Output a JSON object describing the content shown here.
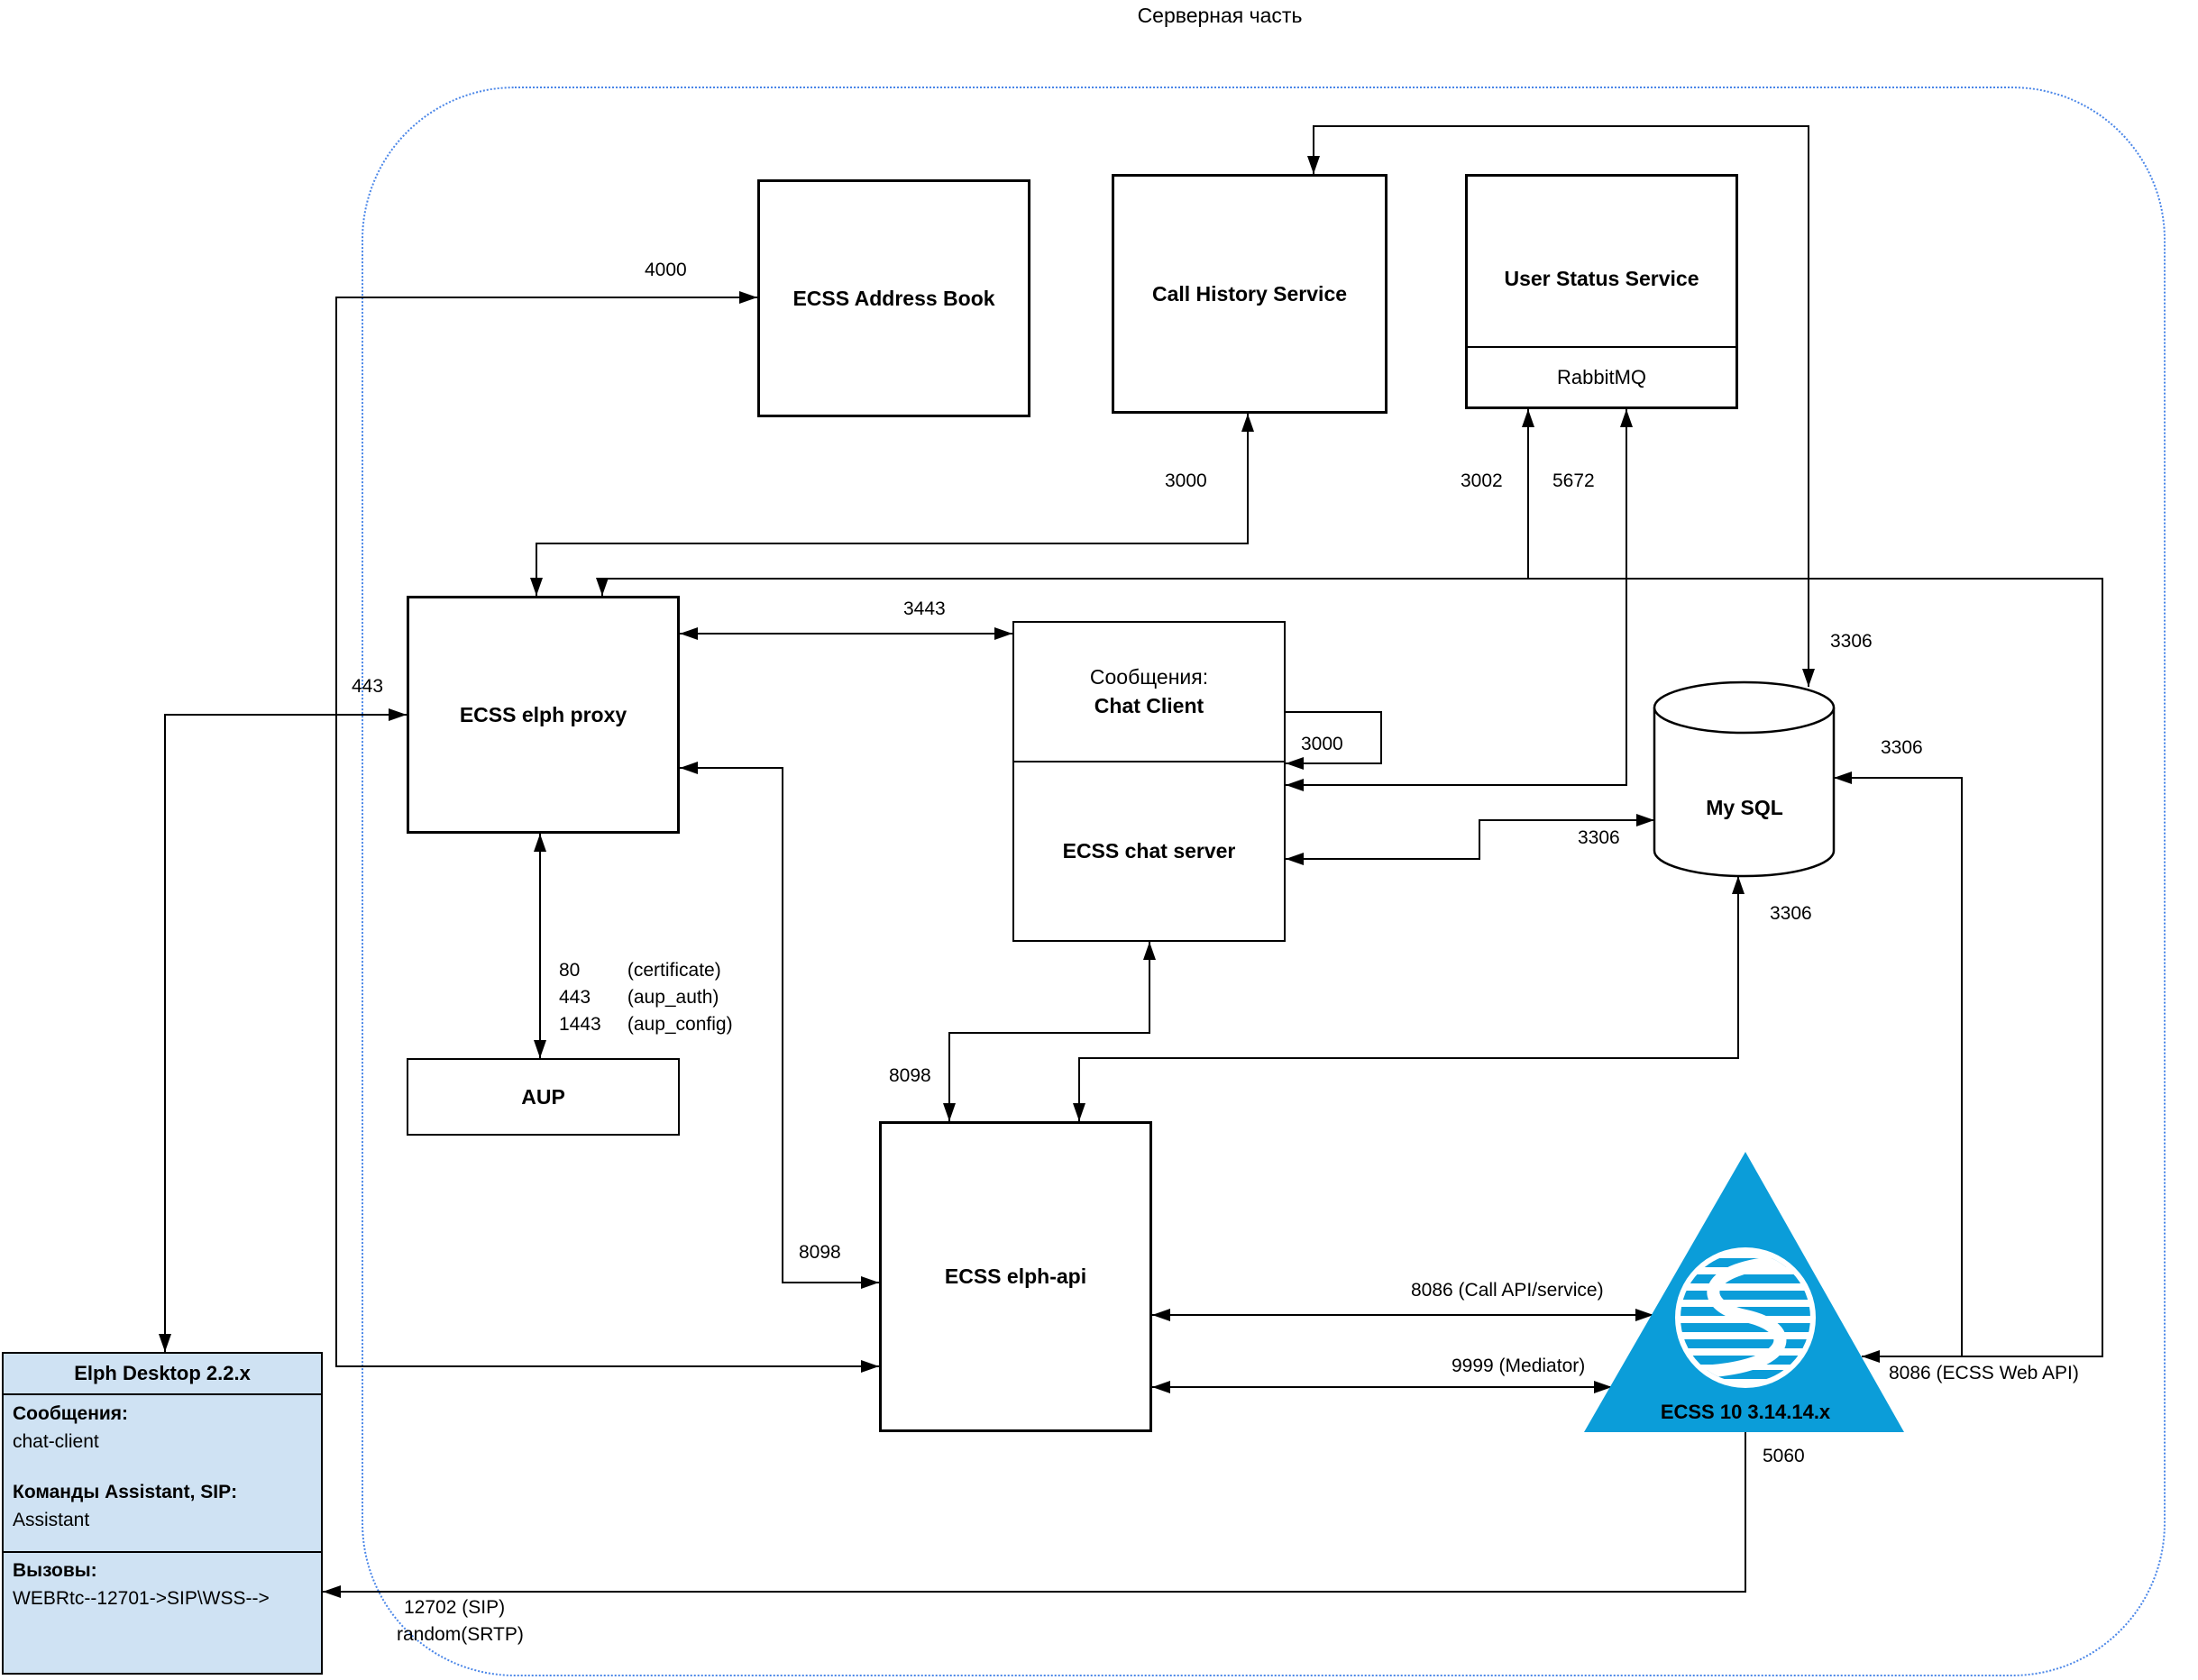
{
  "title": "Серверная часть",
  "nodes": {
    "address_book": {
      "label": "ECSS Address Book"
    },
    "call_history": {
      "label": "Call History Service"
    },
    "user_status": {
      "label": "User Status Service",
      "queue": "RabbitMQ"
    },
    "proxy": {
      "label": "ECSS elph proxy"
    },
    "chat": {
      "heading": "Сообщения:",
      "client": "Chat Client",
      "server": "ECSS chat server"
    },
    "mysql": {
      "label": "My SQL"
    },
    "aup": {
      "label": "AUP"
    },
    "elph_api": {
      "label": "ECSS elph-api"
    },
    "ecss_core": {
      "label": "ECSS 10 3.14.14.x"
    },
    "desktop": {
      "title": "Elph Desktop 2.2.x",
      "messages_heading": "Сообщения:",
      "messages_value": "chat-client",
      "commands_heading": "Команды Assistant, SIP:",
      "commands_value": "Assistant",
      "calls_heading": "Вызовы:",
      "calls_value": "WEBRtc--12701->SIP\\WSS-->"
    }
  },
  "ports": {
    "p4000": "4000",
    "p443": "443",
    "p3000_callhistory": "3000",
    "p3002": "3002",
    "p5672": "5672",
    "p3443": "3443",
    "p3000_loop": "3000",
    "p3306_top": "3306",
    "p3306_right": "3306",
    "p3306_chat": "3306",
    "p3306_api": "3306",
    "p8098_chat": "8098",
    "p8098_proxy": "8098",
    "p8086_call": "8086 (Call API/service)",
    "p9999": "9999 (Mediator)",
    "p8086_web": "8086 (ECSS Web API)",
    "p5060": "5060",
    "p12702": "12702 (SIP)",
    "srtp": "random(SRTP)"
  },
  "aup_ports": [
    {
      "port": "80",
      "note": "(certificate)"
    },
    {
      "port": "443",
      "note": "(aup_auth)"
    },
    {
      "port": "1443",
      "note": "(aup_config)"
    }
  ],
  "colors": {
    "triangle": "#0b9dd9",
    "desktop_bg": "#cfe2f3",
    "boundary": "#4a86e8",
    "line": "#000000"
  }
}
